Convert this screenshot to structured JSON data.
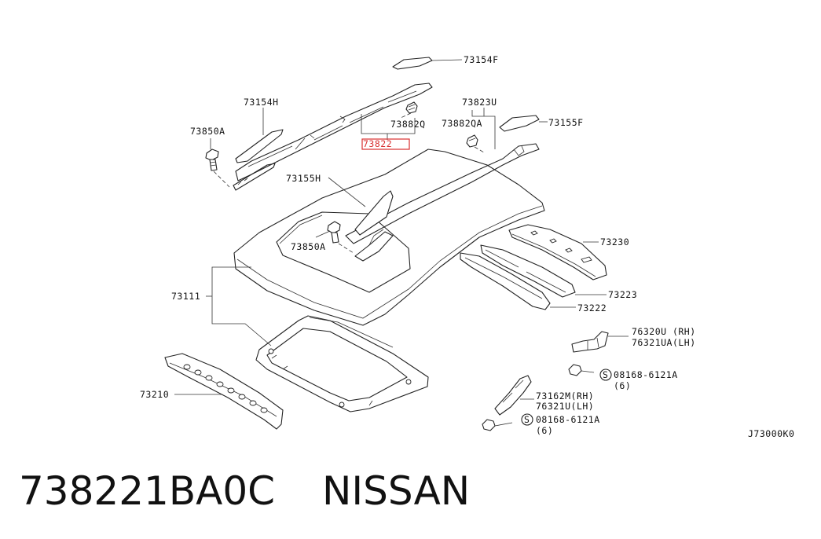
{
  "diagram": {
    "labels": {
      "p73154F": "73154F",
      "p73154H": "73154H",
      "p73823U": "73823U",
      "p73850A_top": "73850A",
      "p73882Q": "73882Q",
      "p73882QA": "73882QA",
      "p73155F": "73155F",
      "p73822": "73822",
      "p73155H": "73155H",
      "p73850A_mid": "73850A",
      "p73230": "73230",
      "p73111": "73111",
      "p73223": "73223",
      "p73222": "73222",
      "p76320U": "76320U (RH)",
      "p76321UA": "76321UA(LH)",
      "p08168_1": "08168-6121A",
      "p08168_1_qty": "(6)",
      "p73210": "73210",
      "p73162M": "73162M(RH)",
      "p76321U": "76321U(LH)",
      "p08168_2": "08168-6121A",
      "p08168_2_qty": "(6)",
      "screw_symbol": "S",
      "diagram_code": "J73000K0"
    },
    "highlight_color": "#d93030",
    "line_color": "#222222"
  },
  "caption": {
    "part_number": "738221BA0C",
    "brand": "NISSAN"
  }
}
